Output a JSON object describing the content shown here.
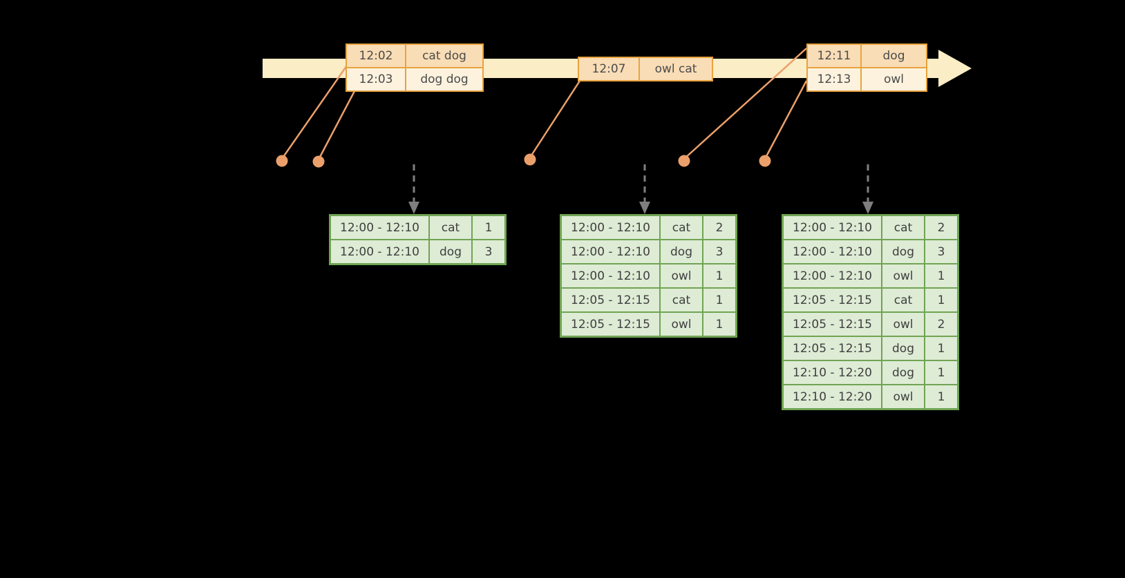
{
  "colors": {
    "background": "#000000",
    "timeline_fill": "#FBEDC6",
    "event_border": "#E8A33D",
    "event_fill_dark": "#F9DDB6",
    "event_fill_light": "#FCF2DE",
    "connector": "#EBA06B",
    "trigger_arrow": "#7F7F7F",
    "result_border": "#6FA453",
    "result_fill": "#DEEBD5",
    "text": "#3F3F3F"
  },
  "timeline": {
    "events": [
      {
        "rows": [
          {
            "time": "12:02",
            "words": "cat dog"
          },
          {
            "time": "12:03",
            "words": "dog dog"
          }
        ]
      },
      {
        "rows": [
          {
            "time": "12:07",
            "words": "owl cat"
          }
        ]
      },
      {
        "rows": [
          {
            "time": "12:11",
            "words": "dog"
          },
          {
            "time": "12:13",
            "words": "owl"
          }
        ]
      }
    ]
  },
  "result_tables": [
    {
      "rows": [
        {
          "window": "12:00 - 12:10",
          "word": "cat",
          "count": "1"
        },
        {
          "window": "12:00 - 12:10",
          "word": "dog",
          "count": "3"
        }
      ]
    },
    {
      "rows": [
        {
          "window": "12:00 - 12:10",
          "word": "cat",
          "count": "2"
        },
        {
          "window": "12:00 - 12:10",
          "word": "dog",
          "count": "3"
        },
        {
          "window": "12:00 - 12:10",
          "word": "owl",
          "count": "1"
        },
        {
          "window": "12:05 - 12:15",
          "word": "cat",
          "count": "1"
        },
        {
          "window": "12:05 - 12:15",
          "word": "owl",
          "count": "1"
        }
      ]
    },
    {
      "rows": [
        {
          "window": "12:00 - 12:10",
          "word": "cat",
          "count": "2"
        },
        {
          "window": "12:00 - 12:10",
          "word": "dog",
          "count": "3"
        },
        {
          "window": "12:00 - 12:10",
          "word": "owl",
          "count": "1"
        },
        {
          "window": "12:05 - 12:15",
          "word": "cat",
          "count": "1"
        },
        {
          "window": "12:05 - 12:15",
          "word": "owl",
          "count": "2"
        },
        {
          "window": "12:05 - 12:15",
          "word": "dog",
          "count": "1"
        },
        {
          "window": "12:10 - 12:20",
          "word": "dog",
          "count": "1"
        },
        {
          "window": "12:10 - 12:20",
          "word": "owl",
          "count": "1"
        }
      ]
    }
  ]
}
